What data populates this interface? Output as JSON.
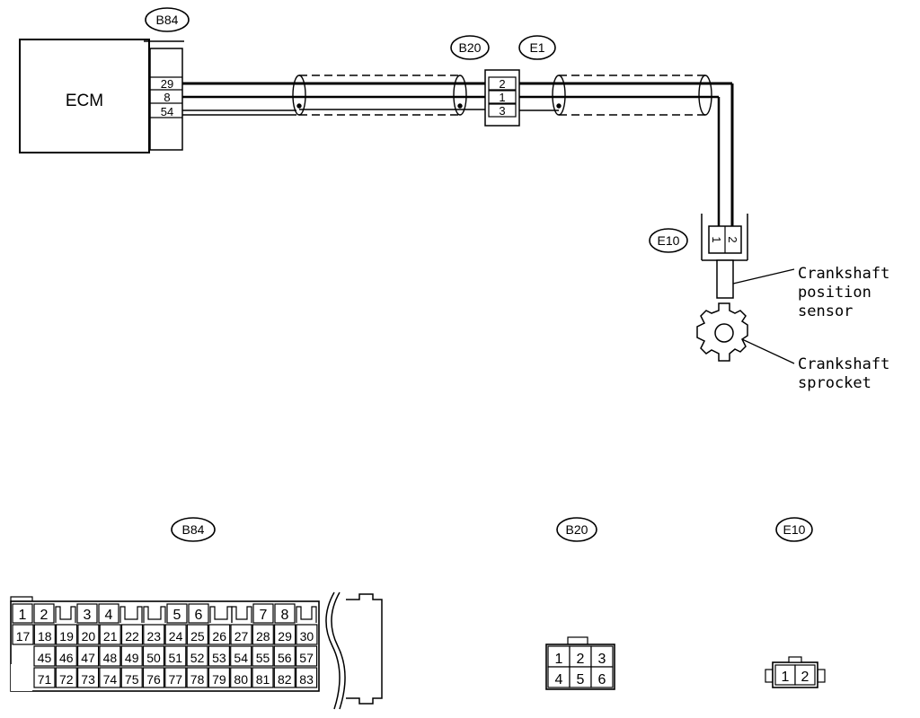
{
  "ecm": {
    "label": "ECM"
  },
  "tags": {
    "b84": "B84",
    "b20": "B20",
    "e1": "E1",
    "e10": "E10"
  },
  "b84_pins": [
    "29",
    "8",
    "54"
  ],
  "b20_pins": [
    "2",
    "1",
    "3"
  ],
  "e10_pins": [
    "1",
    "2"
  ],
  "labels": {
    "sensor": [
      "Crankshaft",
      "position",
      "sensor"
    ],
    "sprocket": [
      "Crankshaft",
      "sprocket"
    ]
  },
  "connectors": {
    "b84_title": "B84",
    "b20_title": "B20",
    "e10_title": "E10",
    "b84_row1": [
      "1",
      "2",
      "3",
      "4",
      "5",
      "6",
      "7",
      "8"
    ],
    "b84_row2": [
      "17",
      "18",
      "19",
      "20",
      "21",
      "22",
      "23",
      "24",
      "25",
      "26",
      "27",
      "28",
      "29",
      "30"
    ],
    "b84_row3": [
      "45",
      "46",
      "47",
      "48",
      "49",
      "50",
      "51",
      "52",
      "53",
      "54",
      "55",
      "56",
      "57"
    ],
    "b84_row4": [
      "71",
      "72",
      "73",
      "74",
      "75",
      "76",
      "77",
      "78",
      "79",
      "80",
      "81",
      "82",
      "83"
    ],
    "b20_row1": [
      "1",
      "2",
      "3"
    ],
    "b20_row2": [
      "4",
      "5",
      "6"
    ],
    "e10_row": [
      "1",
      "2"
    ]
  }
}
